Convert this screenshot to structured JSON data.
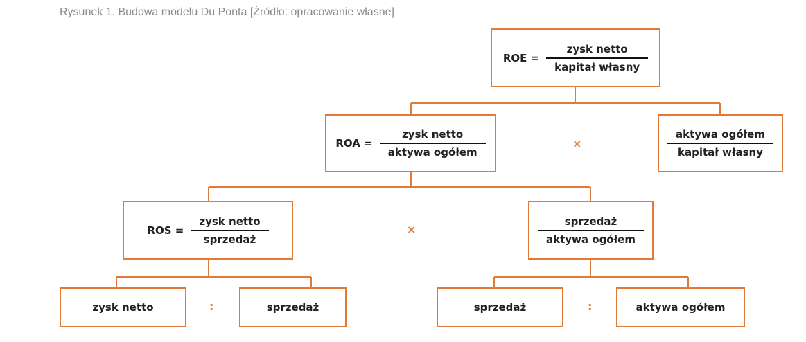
{
  "caption": "Rysunek 1. Budowa modelu Du Ponta [Źródło: opracowanie własne]",
  "roe": {
    "label": "ROE =",
    "numerator": "zysk netto",
    "denominator": "kapitał własny"
  },
  "roa": {
    "label": "ROA =",
    "numerator": "zysk netto",
    "denominator": "aktywa ogółem"
  },
  "leverage": {
    "numerator": "aktywa ogółem",
    "denominator": "kapitał własny"
  },
  "ros": {
    "label": "ROS =",
    "numerator": "zysk netto",
    "denominator": "sprzedaż"
  },
  "turnover": {
    "numerator": "sprzedaż",
    "denominator": "aktywa ogółem"
  },
  "leaves": [
    "zysk netto",
    "sprzedaż",
    "sprzedaż",
    "aktywa ogółem"
  ],
  "operators": {
    "multiply": "×",
    "divide": ":"
  },
  "colors": {
    "accent": "#e07a3a",
    "caption": "#8a8a8a"
  }
}
